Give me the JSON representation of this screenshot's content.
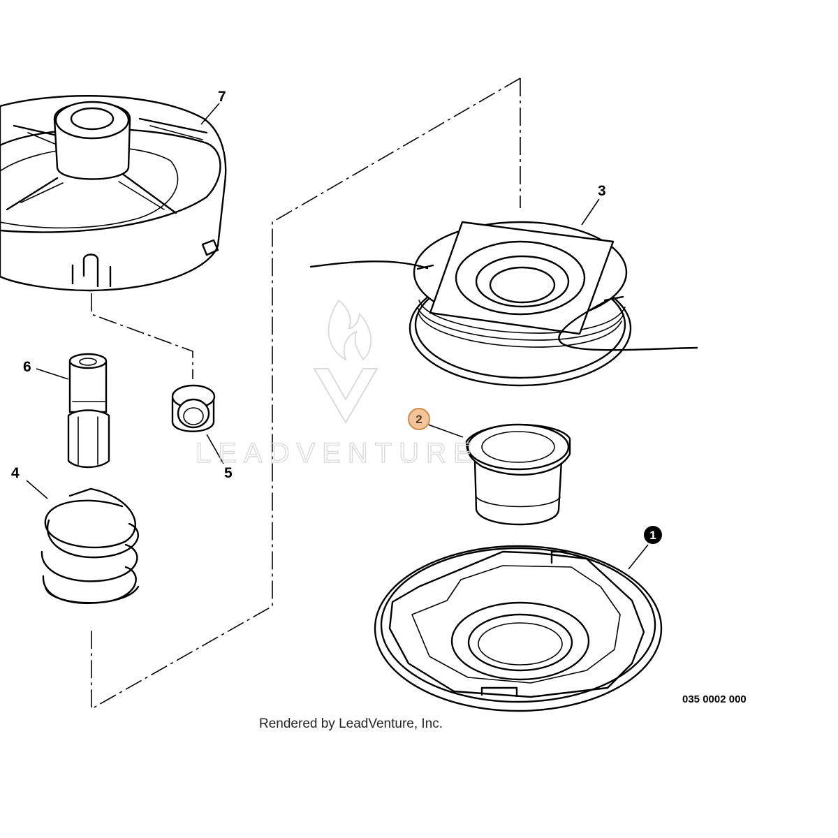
{
  "diagram": {
    "callouts": [
      {
        "id": "1",
        "text": "1",
        "style": "filled-black"
      },
      {
        "id": "2",
        "text": "2",
        "style": "highlighted"
      },
      {
        "id": "3",
        "text": "3",
        "style": "plain"
      },
      {
        "id": "4",
        "text": "4",
        "style": "plain"
      },
      {
        "id": "5",
        "text": "5",
        "style": "plain"
      },
      {
        "id": "6",
        "text": "6",
        "style": "plain"
      },
      {
        "id": "7",
        "text": "7",
        "style": "plain"
      }
    ],
    "part_number": "035 0002 000",
    "credit": "Rendered by LeadVenture, Inc.",
    "watermark": "LEADVENTURE",
    "colors": {
      "line": "#000000",
      "background": "#ffffff",
      "highlight_fill": "#f2c49b",
      "highlight_stroke": "#d08a4a",
      "watermark": "#d8d8d8"
    }
  }
}
